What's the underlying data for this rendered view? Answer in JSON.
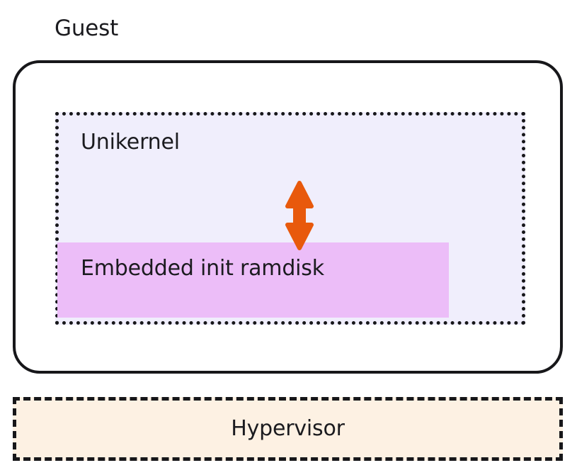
{
  "diagram": {
    "title": "Guest unikernel with embedded init ramdisk over a hypervisor",
    "background_color": "#ffffff",
    "guest": {
      "caption": "Guest",
      "border_color": "#17171a",
      "fill_color": "#ffffff",
      "shape": "rounded-rectangle",
      "border_style": "solid"
    },
    "unikernel": {
      "label": "Unikernel",
      "border_color": "#17171a",
      "border_style": "dotted",
      "fill_color": "#f0eefc"
    },
    "ramdisk": {
      "label": "Embedded init ramdisk",
      "fill_color": "#ecbdf8",
      "border_style": "none"
    },
    "connector": {
      "name": "bidirectional-arrow",
      "direction": "both",
      "color": "#e8590c",
      "between": [
        "Unikernel",
        "Embedded init ramdisk"
      ]
    },
    "hypervisor": {
      "label": "Hypervisor",
      "border_color": "#17171a",
      "border_style": "dashed",
      "fill_color": "#fdf1e3"
    }
  }
}
